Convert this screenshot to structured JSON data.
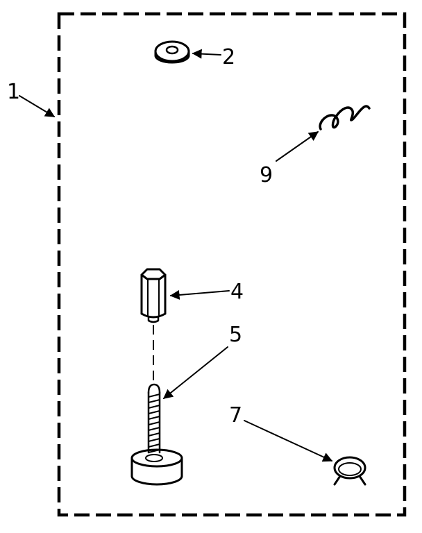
{
  "diagram": {
    "ink_color": "#000000",
    "background_color": "#ffffff",
    "labels": {
      "kit": "1",
      "washer": "2",
      "standoff": "4",
      "bolt": "5",
      "clip": "7",
      "clamp": "9"
    }
  }
}
